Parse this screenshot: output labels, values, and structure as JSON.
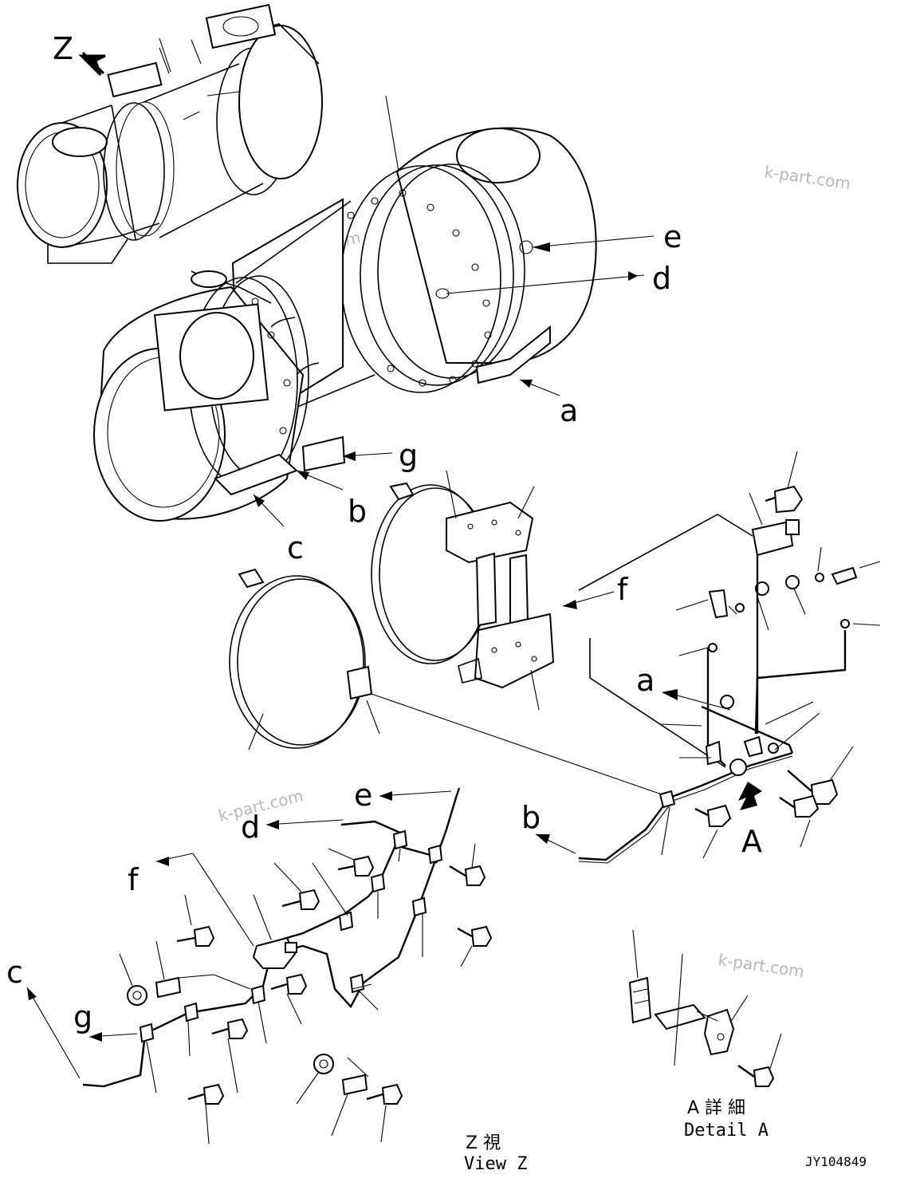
{
  "view_z_marker": "Z",
  "detail_a_marker": "A",
  "callouts": {
    "a_main": "a",
    "b_main": "b",
    "c_main": "c",
    "d_main": "d",
    "e_main": "e",
    "f_main": "f",
    "g_main": "g",
    "a_harness": "a",
    "b_harness": "b",
    "c_viewz": "c",
    "d_viewz": "d",
    "e_viewz": "e",
    "f_viewz": "f",
    "g_viewz": "g"
  },
  "captions": {
    "detail_a_jp": "A 詳 細",
    "detail_a_en": "Detail A",
    "view_z_jp": "Z  視",
    "view_z_en": "View Z"
  },
  "drawing_number": "JY104849",
  "watermarks": [
    "k-part.com",
    "k-part.com",
    "k-part.com",
    "k-part.com"
  ]
}
